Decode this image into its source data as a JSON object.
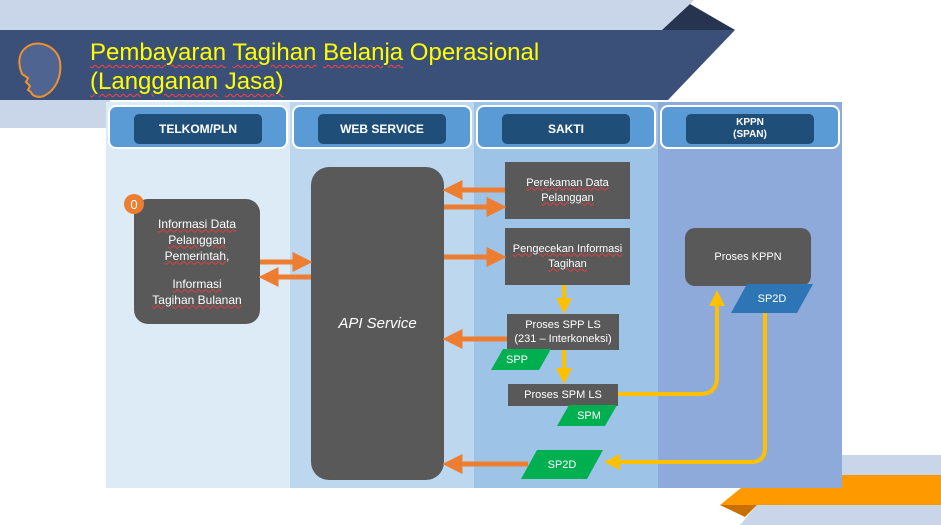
{
  "header": {
    "title_line1_words": [
      "Pembayaran",
      "Tagihan",
      "Belanja",
      "Operasional"
    ],
    "title_line2_words": [
      "(Langganan",
      "Jasa)"
    ],
    "title_color": "#ffff00",
    "logo_icon": "head-profile-icon"
  },
  "columns": [
    {
      "label": "TELKOM/PLN",
      "bg": "#ddebf7"
    },
    {
      "label": "WEB SERVICE",
      "bg": "#bdd7ee"
    },
    {
      "label": "SAKTI",
      "bg": "#9dc3e6"
    },
    {
      "label_line1": "KPPN",
      "label_line2": "(SPAN)",
      "bg": "#8eaadb"
    }
  ],
  "telkom": {
    "step_badge": "0",
    "line1": "Informasi Data",
    "line2": "Pelanggan",
    "line3": "Pemerintah,",
    "line4": "Informasi",
    "line5": "Tagihan Bulanan"
  },
  "web_service": {
    "api_label": "API Service"
  },
  "sakti": {
    "perekaman_line1": "Perekaman Data",
    "perekaman_line2": "Pelanggan",
    "pengecekan_line1": "Pengecekan Informasi",
    "pengecekan_line2": "Tagihan",
    "spp_line1": "Proses SPP LS",
    "spp_line2": "(231 – Interkoneksi)",
    "spp_doc": "SPP",
    "spm_label": "Proses SPM LS",
    "spm_doc": "SPM",
    "sp2d_doc": "SP2D"
  },
  "kppn": {
    "process_label": "Proses KPPN",
    "sp2d_doc": "SP2D"
  },
  "colors": {
    "arrow_orange": "#ed7d31",
    "arrow_gold": "#ffc000",
    "doc_green": "#00b050",
    "doc_blue": "#2e75b6",
    "header_navy": "#3b5078",
    "process_gray": "#595959"
  }
}
